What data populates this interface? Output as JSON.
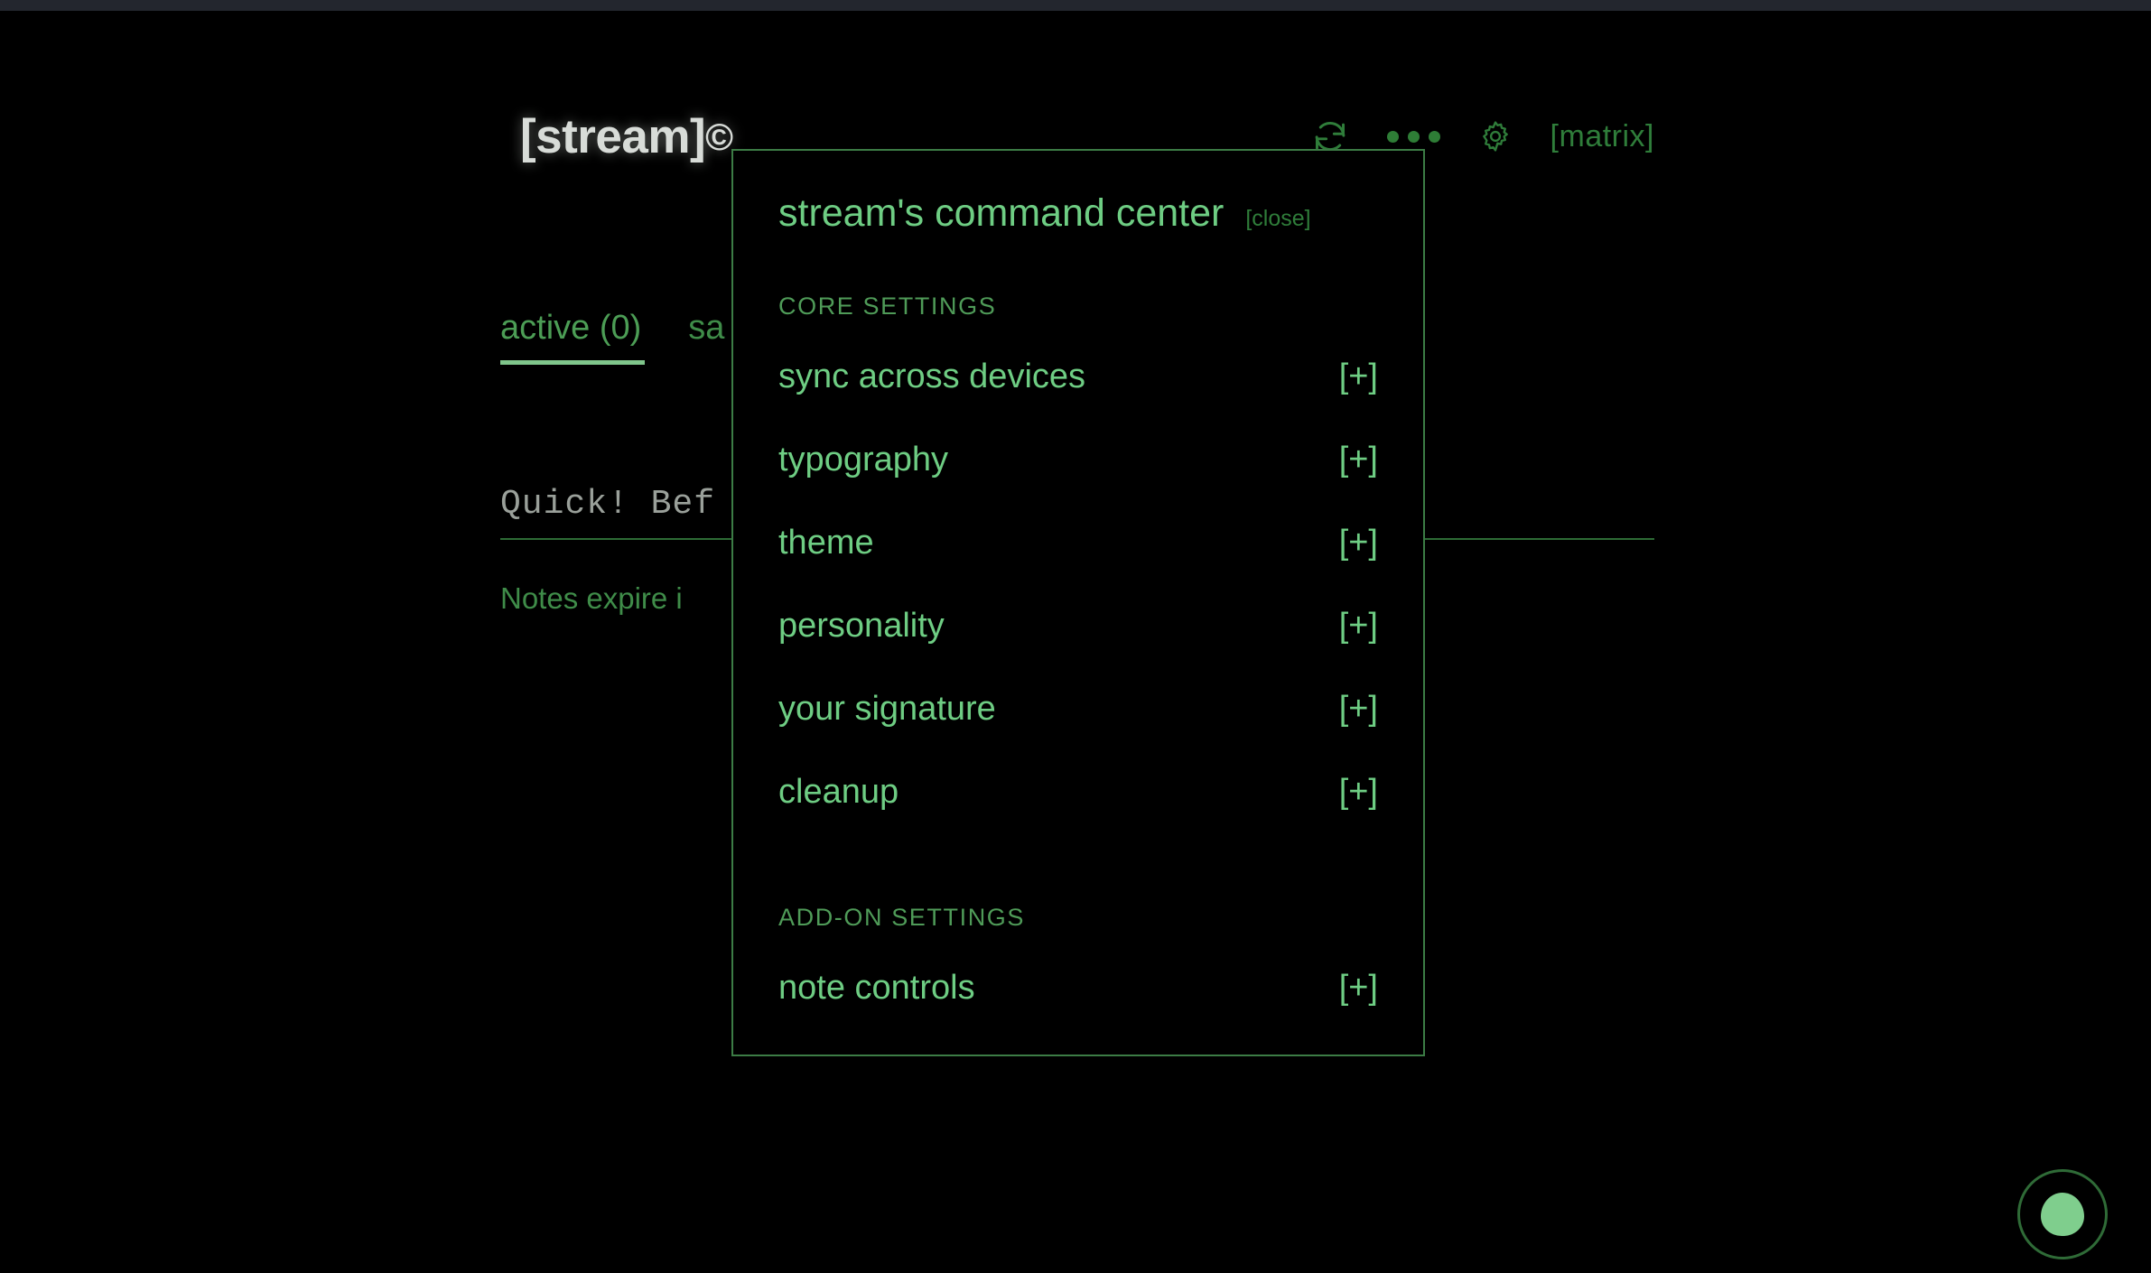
{
  "header": {
    "brand": "[stream]",
    "brand_mark": "©",
    "refresh_icon": "refresh-icon",
    "more_icon": "more-dots-icon",
    "settings_icon": "gear-icon",
    "matrix_link": "[matrix]"
  },
  "tabs": [
    {
      "label": "active (0)",
      "active": true
    },
    {
      "label": "sa",
      "active": false
    }
  ],
  "composer": {
    "placeholder": "Quick! Bef",
    "value": "",
    "expire_note": "Notes expire i"
  },
  "modal": {
    "title": "stream's command center",
    "close_label": "[close]",
    "sections": [
      {
        "heading": "CORE SETTINGS",
        "items": [
          {
            "label": "sync across devices",
            "toggle": "[+]"
          },
          {
            "label": "typography",
            "toggle": "[+]"
          },
          {
            "label": "theme",
            "toggle": "[+]"
          },
          {
            "label": "personality",
            "toggle": "[+]"
          },
          {
            "label": "your signature",
            "toggle": "[+]"
          },
          {
            "label": "cleanup",
            "toggle": "[+]"
          }
        ]
      },
      {
        "heading": "ADD-ON SETTINGS",
        "items": [
          {
            "label": "note controls",
            "toggle": "[+]"
          }
        ]
      }
    ]
  },
  "fab": {
    "icon": "status-dot-icon"
  },
  "colors": {
    "background": "#000000",
    "accent_green": "#6ecd83",
    "muted_green": "#3f8c49",
    "border_green": "#3c7c45",
    "brand_white": "#d8dcd8",
    "chrome_bar": "#23262e"
  }
}
